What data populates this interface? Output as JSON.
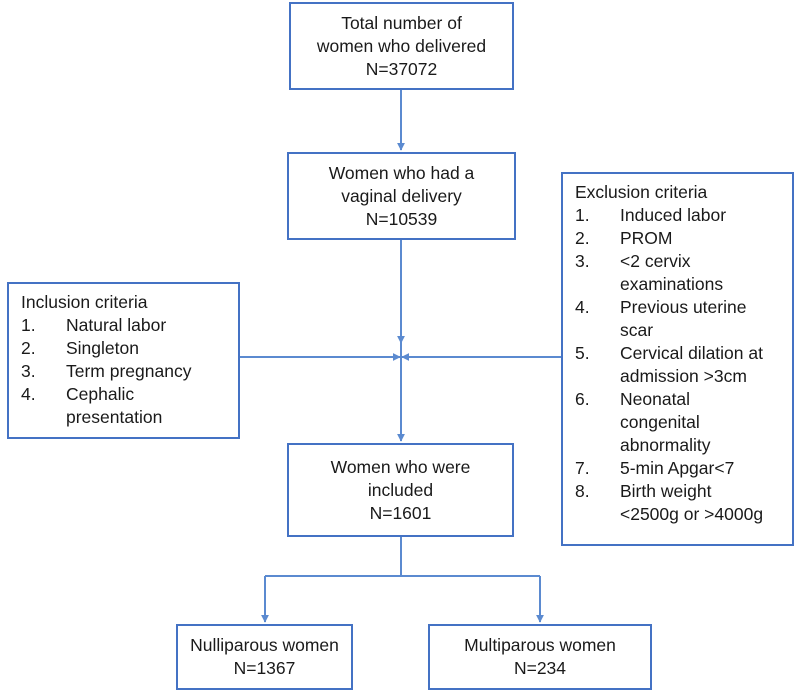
{
  "total": {
    "line1": "Total number of",
    "line2": "women who delivered",
    "count": "N=37072"
  },
  "vaginal": {
    "line1": "Women who had a",
    "line2": "vaginal delivery",
    "count": "N=10539"
  },
  "included": {
    "line1": "Women who were",
    "line2": "included",
    "count": "N=1601"
  },
  "nulliparous": {
    "label": "Nulliparous women",
    "count": "N=1367"
  },
  "multiparous": {
    "label": "Multiparous women",
    "count": "N=234"
  },
  "inclusion": {
    "title": "Inclusion criteria",
    "items": [
      {
        "num": "1.",
        "text": "Natural labor"
      },
      {
        "num": "2.",
        "text": "Singleton"
      },
      {
        "num": "3.",
        "text": "Term pregnancy"
      },
      {
        "num": "4.",
        "text": "Cephalic\npresentation"
      }
    ]
  },
  "exclusion": {
    "title": "Exclusion criteria",
    "items": [
      {
        "num": "1.",
        "text": "Induced labor"
      },
      {
        "num": "2.",
        "text": "PROM"
      },
      {
        "num": "3.",
        "text": "<2 cervix\nexaminations"
      },
      {
        "num": "4.",
        "text": "Previous uterine\nscar"
      },
      {
        "num": "5.",
        "text": "Cervical dilation at\nadmission >3cm"
      },
      {
        "num": "6.",
        "text": "Neonatal\ncongenital\nabnormality"
      },
      {
        "num": "7.",
        "text": "5-min Apgar<7"
      },
      {
        "num": "8.",
        "text": "Birth weight\n<2500g or >4000g"
      }
    ]
  },
  "colors": {
    "border": "#4472c4",
    "connector": "#5b8ad0",
    "text": "#1a1a1a"
  }
}
